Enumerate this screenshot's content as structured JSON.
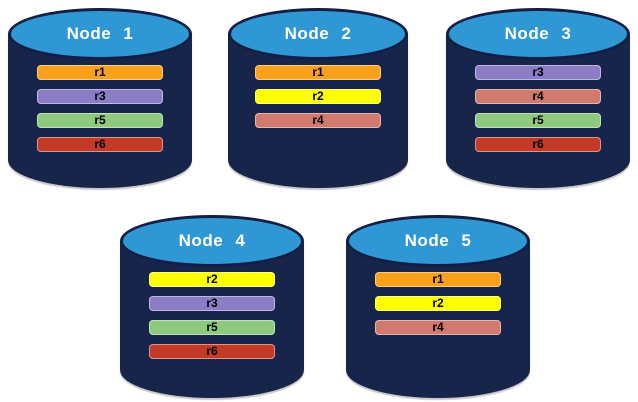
{
  "diagram": {
    "colors": {
      "cylinder_body": "#17254A",
      "cylinder_top": "#2F97D3",
      "cylinder_outline": "#121F45",
      "background": "#FFFFFF",
      "node_label_text": "#FFFFFF",
      "replica_label_text": "#000000"
    },
    "replica_colors": {
      "r1": "#F9A11B",
      "r2": "#FDFF00",
      "r3": "#8A7CC5",
      "r4": "#D07A6E",
      "r5": "#8FC97E",
      "r6": "#C33A27"
    },
    "nodes": [
      {
        "label": "Node 1",
        "replicas": [
          "r1",
          "r3",
          "r5",
          "r6"
        ]
      },
      {
        "label": "Node 2",
        "replicas": [
          "r1",
          "r2",
          "r4"
        ]
      },
      {
        "label": "Node 3",
        "replicas": [
          "r3",
          "r4",
          "r5",
          "r6"
        ]
      },
      {
        "label": "Node 4",
        "replicas": [
          "r2",
          "r3",
          "r5",
          "r6"
        ]
      },
      {
        "label": "Node 5",
        "replicas": [
          "r1",
          "r2",
          "r4"
        ]
      }
    ]
  }
}
